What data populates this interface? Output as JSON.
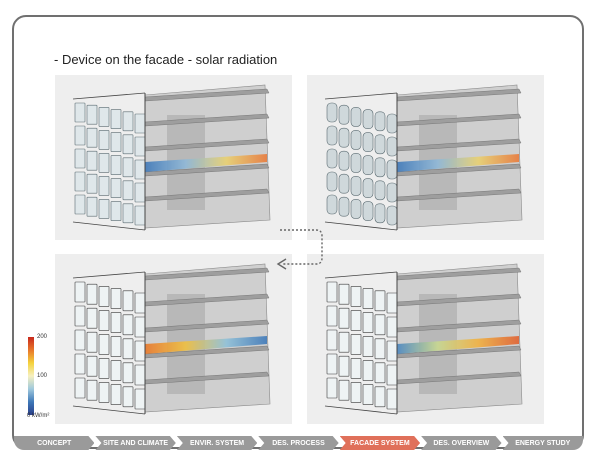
{
  "slide": {
    "title": "- Device on the facade - solar radiation"
  },
  "legend": {
    "max": "200",
    "mid": "100",
    "min": "0 kW/m²",
    "colors": [
      "#c8281c",
      "#e8772a",
      "#f4d23c",
      "#f6f0c0",
      "#9fc8dc",
      "#3e78b8",
      "#2a3f8a"
    ]
  },
  "panels": [
    {
      "facade_device": "wide-fins",
      "floor_heat": "low"
    },
    {
      "facade_device": "curved-louvers",
      "floor_heat": "low"
    },
    {
      "facade_device": "glass-frames",
      "floor_heat": "high"
    },
    {
      "facade_device": "glass-frames",
      "floor_heat": "medium"
    }
  ],
  "nav": {
    "tabs": [
      {
        "label": "CONCEPT"
      },
      {
        "label": "SITE AND CLIMATE"
      },
      {
        "label": "ENVIR. SYSTEM"
      },
      {
        "label": "DES. PROCESS"
      },
      {
        "label": "FACADE SYSTEM"
      },
      {
        "label": "DES. OVERVIEW"
      },
      {
        "label": "ENERGY STUDY"
      }
    ],
    "active": "FACADE SYSTEM"
  }
}
